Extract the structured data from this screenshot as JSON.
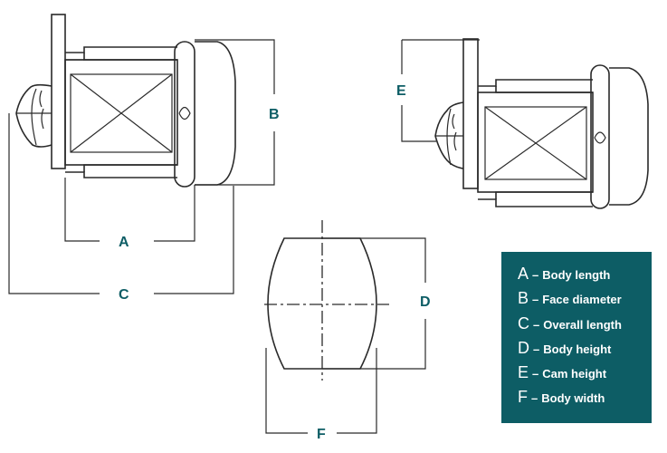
{
  "colors": {
    "teal": "#0d5d65",
    "line": "#2a2a2a",
    "background": "#ffffff",
    "legend_text": "#ffffff"
  },
  "dimension_labels": {
    "A": "A",
    "B": "B",
    "C": "C",
    "D": "D",
    "E": "E",
    "F": "F"
  },
  "legend": {
    "items": [
      {
        "letter": "A",
        "separator": "–",
        "description": "Body length"
      },
      {
        "letter": "B",
        "separator": "–",
        "description": "Face diameter"
      },
      {
        "letter": "C",
        "separator": "–",
        "description": "Overall length"
      },
      {
        "letter": "D",
        "separator": "–",
        "description": "Body height"
      },
      {
        "letter": "E",
        "separator": "–",
        "description": "Cam height"
      },
      {
        "letter": "F",
        "separator": "–",
        "description": "Body width"
      }
    ]
  }
}
